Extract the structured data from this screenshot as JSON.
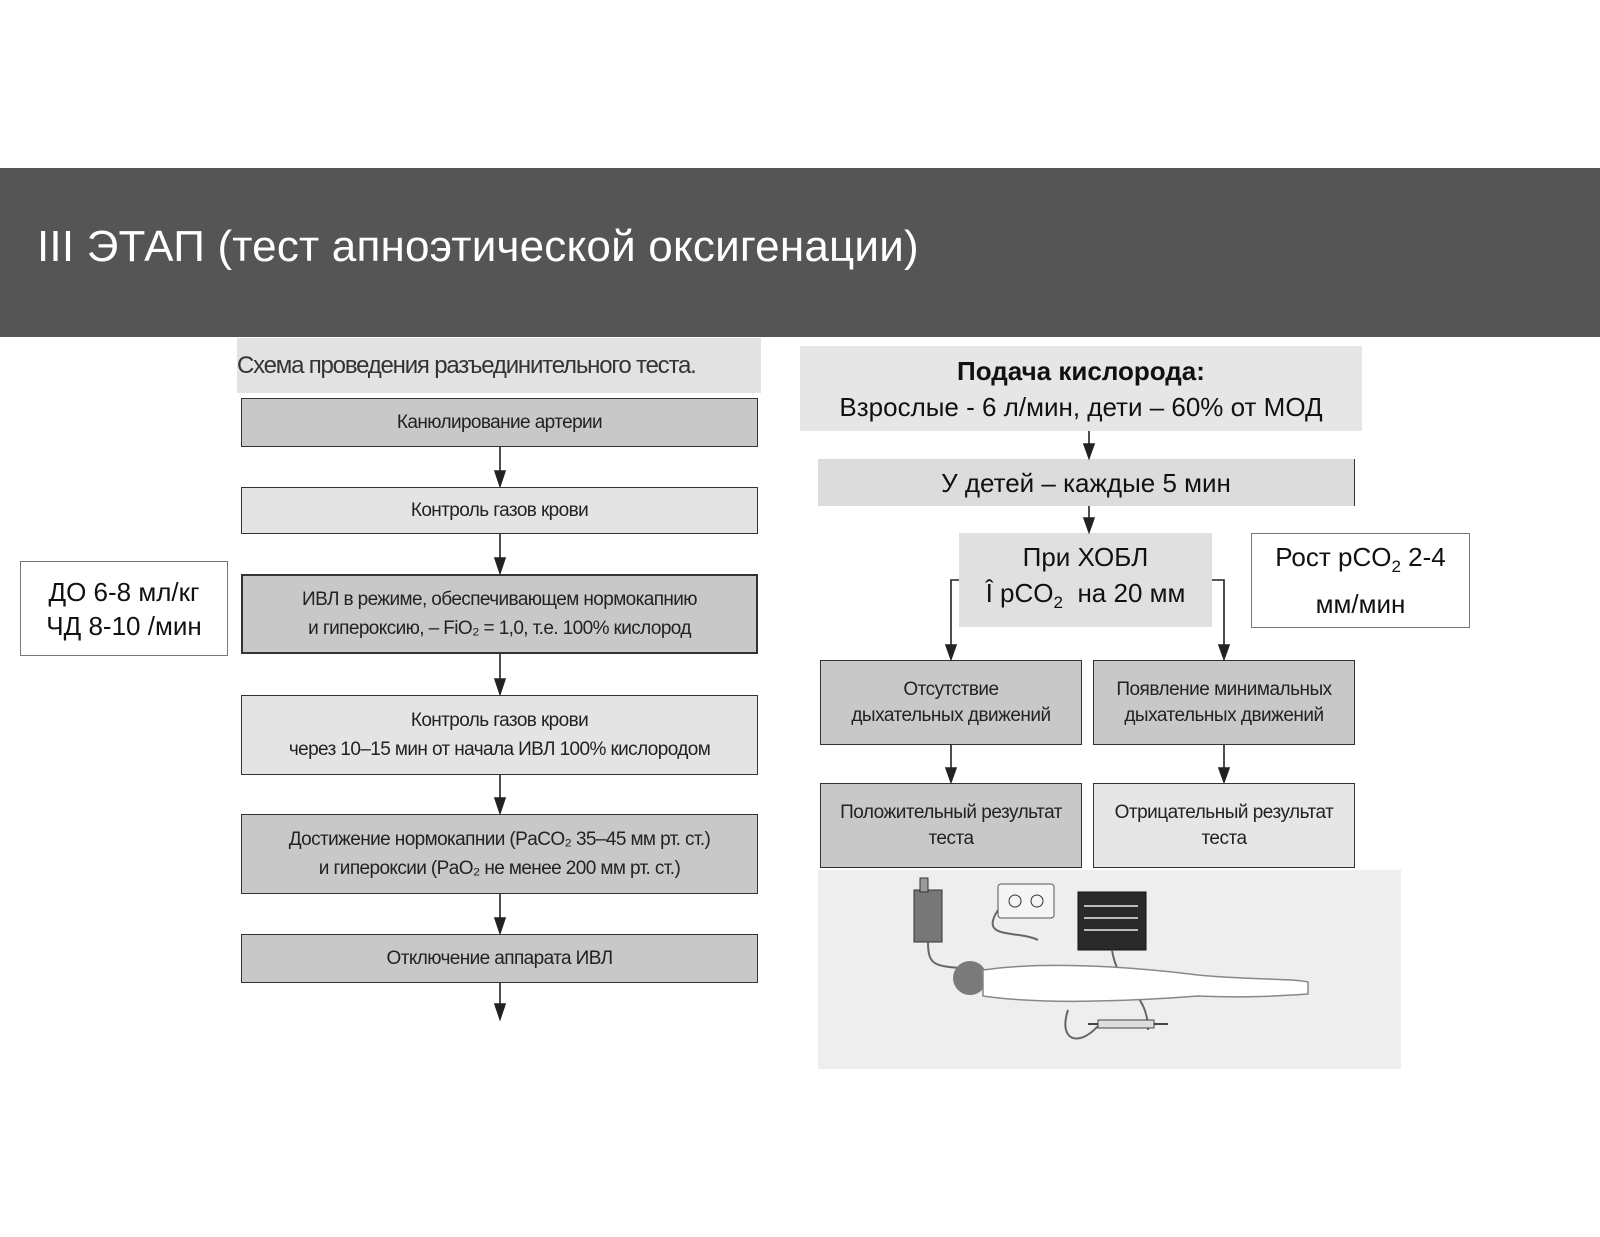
{
  "title": "III ЭТАП (тест апноэтической оксигенации)",
  "left_scheme": {
    "heading": "Схема проведения разъединительного теста.",
    "steps": [
      {
        "lines": [
          "Канюлирование артерии"
        ]
      },
      {
        "lines": [
          "Контроль газов крови"
        ]
      },
      {
        "lines": [
          "ИВЛ в режиме, обеспечивающем нормокапнию",
          "и гипероксию, – FiO₂ = 1,0, т.е. 100% кислород"
        ]
      },
      {
        "lines": [
          "Контроль газов крови",
          "через 10–15 мин от начала ИВЛ 100% кислородом"
        ]
      },
      {
        "lines": [
          "Достижение нормокапнии (PaCO₂ 35–45 мм рт. ст.)",
          "и гипероксии (PaO₂ не менее 200 мм рт. ст.)"
        ]
      },
      {
        "lines": [
          "Отключение аппарата ИВЛ"
        ]
      }
    ],
    "side_note": [
      "ДО 6-8 мл/кг",
      "ЧД 8-10 /мин"
    ]
  },
  "right_scheme": {
    "oxygen_title": "Подача кислорода:",
    "oxygen_text": "Взрослые - 6 л/мин, дети – 60% от МОД",
    "children": "У детей – каждые 5 мин",
    "copd_line1": "При ХОБЛ",
    "copd_line2_prefix": "Î pCO",
    "copd_line2_sub": "2",
    "copd_line2_suffix": "  на 20 мм",
    "growth_prefix": "Рост pCO",
    "growth_sub": "2",
    "growth_suffix": " 2-4",
    "growth_line2": "мм/мин",
    "absent": [
      "Отсутствие",
      "дыхательных движений"
    ],
    "minimal": [
      "Появление минимальных",
      "дыхательных движений"
    ],
    "positive": [
      "Положительный результат",
      "теста"
    ],
    "negative": [
      "Отрицательный результат",
      "теста"
    ]
  }
}
